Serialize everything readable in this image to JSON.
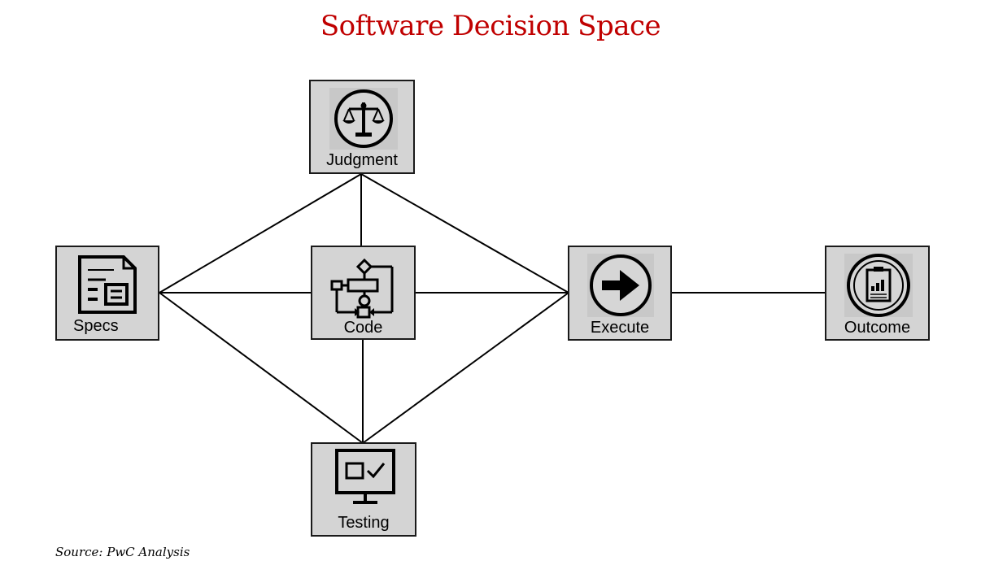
{
  "title": "Software Decision Space",
  "nodes": {
    "judgment": {
      "label": "Judgment",
      "icon": "scales-icon"
    },
    "specs": {
      "label": "Specs",
      "icon": "document-icon"
    },
    "code": {
      "label": "Code",
      "icon": "flowchart-icon"
    },
    "execute": {
      "label": "Execute",
      "icon": "arrow-right-icon"
    },
    "outcome": {
      "label": "Outcome",
      "icon": "clipboard-chart-icon"
    },
    "testing": {
      "label": "Testing",
      "icon": "monitor-check-icon"
    }
  },
  "edges": [
    [
      "specs",
      "judgment"
    ],
    [
      "specs",
      "code"
    ],
    [
      "specs",
      "testing"
    ],
    [
      "judgment",
      "code"
    ],
    [
      "judgment",
      "execute"
    ],
    [
      "code",
      "execute"
    ],
    [
      "code",
      "testing"
    ],
    [
      "testing",
      "execute"
    ],
    [
      "execute",
      "outcome"
    ]
  ],
  "source": "Source: PwC Analysis"
}
